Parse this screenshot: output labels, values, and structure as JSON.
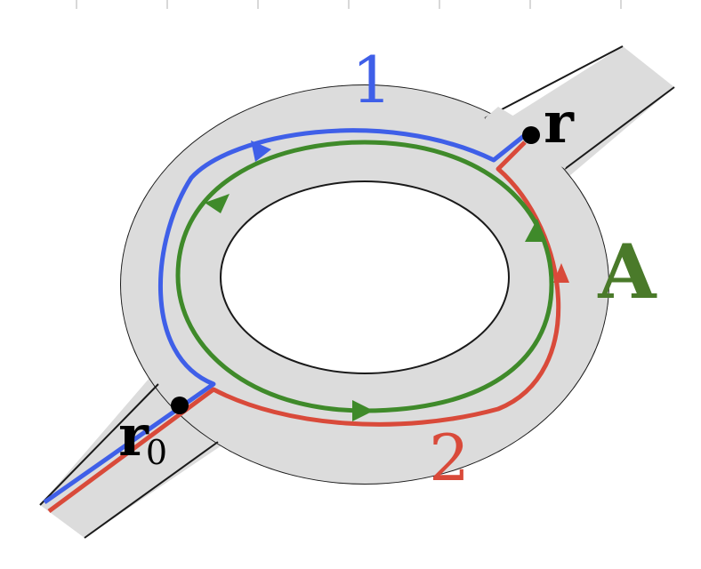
{
  "labels": {
    "path1": "1",
    "path2": "2",
    "area": "A",
    "point_r": "r",
    "point_r0": "r",
    "point_r0_sub": "0"
  },
  "colors": {
    "path1": "#3f5fe8",
    "path2": "#d94a3a",
    "loop": "#3f8a2a",
    "area_label": "#4a7a2a",
    "region_fill": "#dcdcdc",
    "outline": "#1a1a1a",
    "point": "#000000",
    "top_ticks": "#d8d8d8"
  }
}
